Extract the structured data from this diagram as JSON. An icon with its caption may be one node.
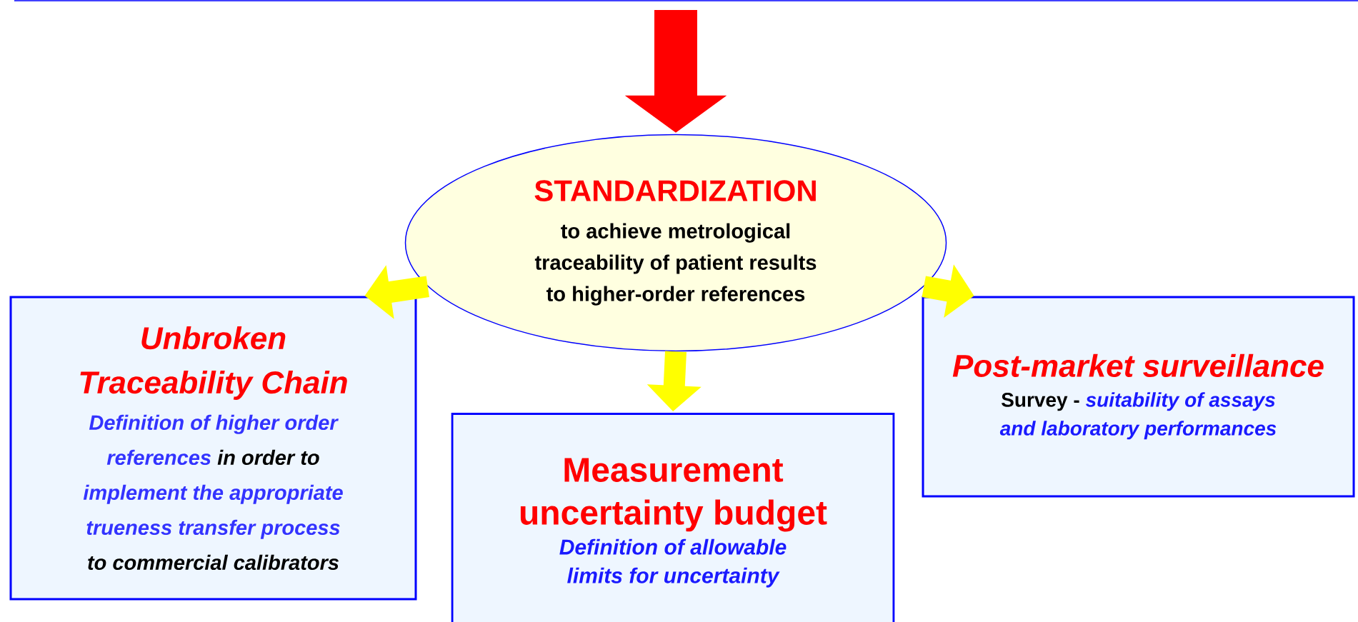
{
  "diagram": {
    "nodes": [
      {
        "text": [
          "STANDARDIZATION",
          "to achieve metrological traceability of patient results to higher-order references"
        ]
      },
      {
        "text": [
          "Unbroken Traceability Chain",
          "Definition of higher order references",
          "in order to",
          "implement the appropriate trueness transfer process",
          "to commercial calibrators"
        ]
      },
      {
        "text": [
          "Measurement uncertainty budget",
          "Definition of allowable limits for uncertainty"
        ]
      },
      {
        "text": [
          "Post-market surveillance",
          "Survey -",
          "suitability of assays and laboratory performances"
        ]
      }
    ],
    "edges": [
      {
        "from": null,
        "to": 0,
        "arrow": "to",
        "style": "thick",
        "color": "#ff0000"
      },
      {
        "from": 0,
        "to": 1,
        "arrow": "to"
      },
      {
        "from": 0,
        "to": 2,
        "arrow": "to"
      },
      {
        "from": 0,
        "to": 3,
        "arrow": "to"
      }
    ]
  }
}
